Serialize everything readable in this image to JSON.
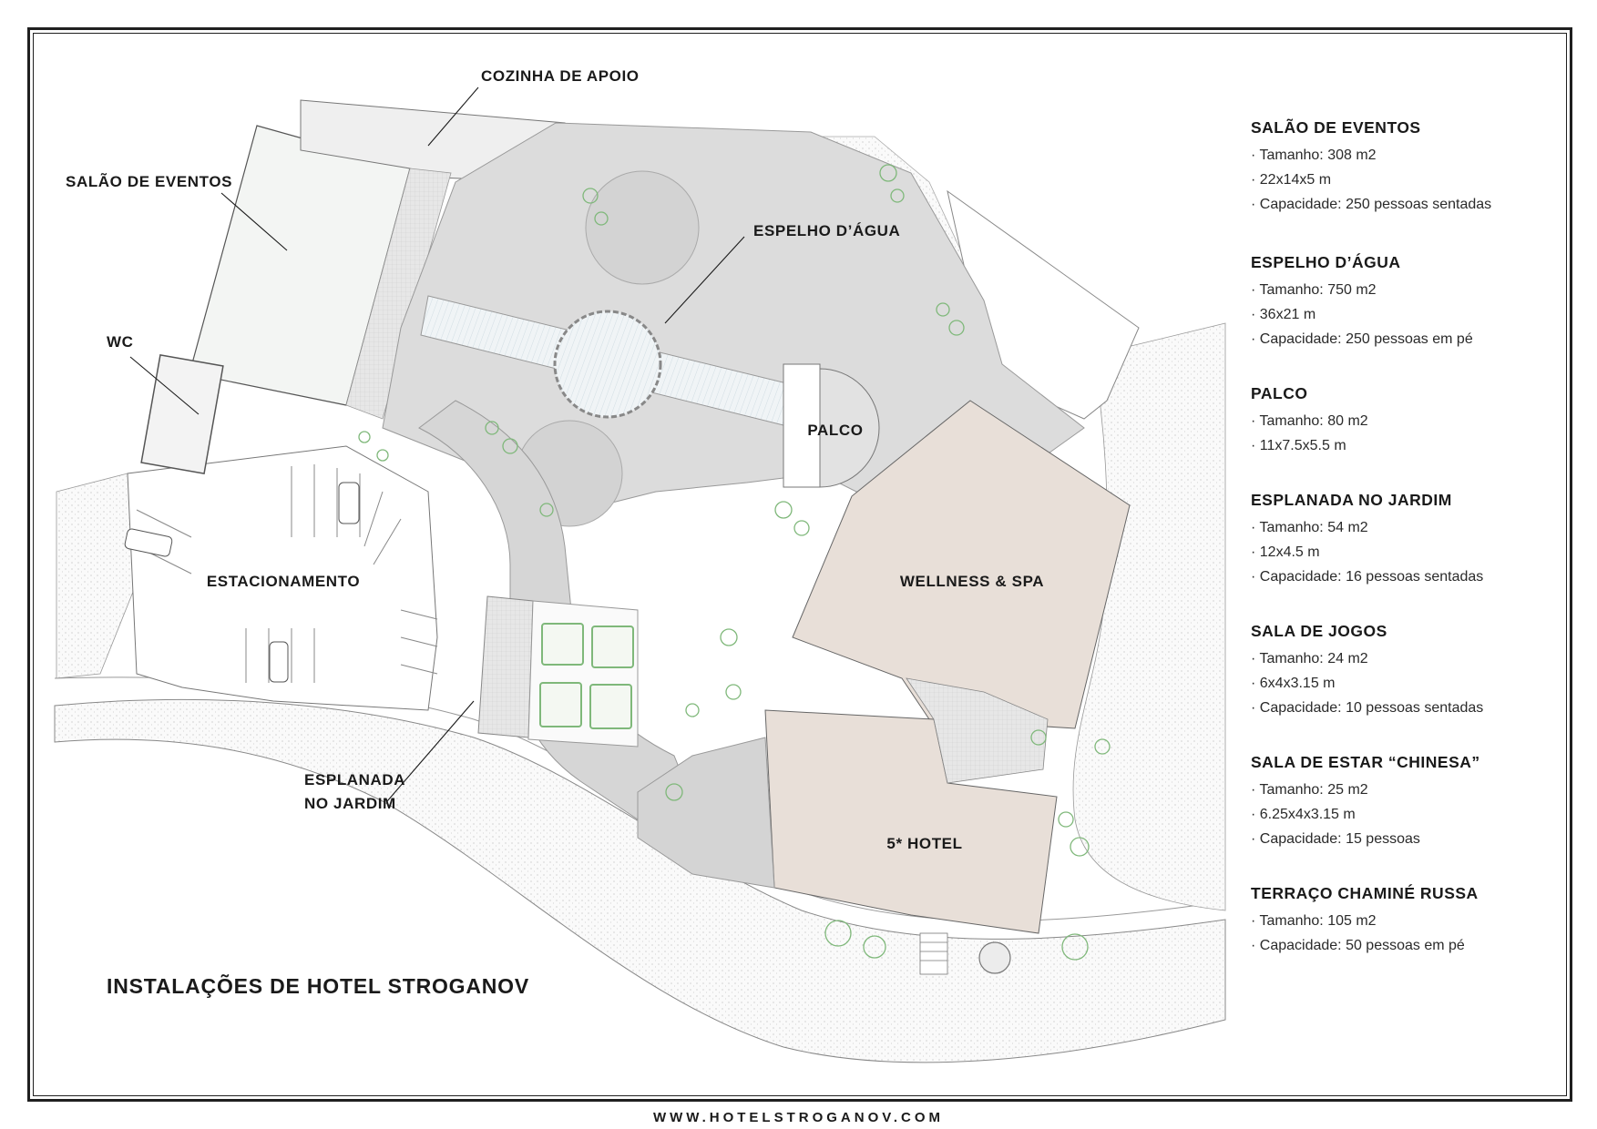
{
  "map": {
    "labels": {
      "cozinha": "COZINHA DE APOIO",
      "salao": "SALÃO DE EVENTOS",
      "wc": "WC",
      "espelho": "ESPELHO D’ÁGUA",
      "palco": "PALCO",
      "estacionamento": "ESTACIONAMENTO",
      "wellness": "WELLNESS & SPA",
      "hotel": "5* HOTEL",
      "esplanada_l1": "ESPLANADA",
      "esplanada_l2": "NO JARDIM"
    },
    "title": "INSTALAÇÕES DE HOTEL STROGANOV",
    "colors": {
      "paving": "#dcdcdc",
      "garden": "#f4f4f2",
      "building_beige": "#e8dfd8",
      "water": "#e4eef2",
      "greenery": "#7fb87a",
      "line": "#1f1f1f"
    }
  },
  "sidebar": {
    "sections": [
      {
        "title": "SALÃO DE EVENTOS",
        "lines": [
          "· Tamanho: 308 m2",
          "· 22x14x5 m",
          "· Capacidade: 250 pessoas sentadas"
        ]
      },
      {
        "title": "ESPELHO D’ÁGUA",
        "lines": [
          "· Tamanho: 750 m2",
          "· 36x21 m",
          "· Capacidade: 250 pessoas em pé"
        ]
      },
      {
        "title": "PALCO",
        "lines": [
          "· Tamanho: 80 m2",
          "· 11x7.5x5.5 m"
        ]
      },
      {
        "title": "ESPLANADA NO JARDIM",
        "lines": [
          "· Tamanho: 54 m2",
          "· 12x4.5 m",
          "· Capacidade: 16 pessoas sentadas"
        ]
      },
      {
        "title": "SALA DE JOGOS",
        "lines": [
          "· Tamanho: 24 m2",
          "· 6x4x3.15 m",
          "· Capacidade: 10 pessoas sentadas"
        ]
      },
      {
        "title": "SALA DE ESTAR “CHINESA”",
        "lines": [
          "· Tamanho: 25 m2",
          "· 6.25x4x3.15 m",
          "· Capacidade: 15 pessoas"
        ]
      },
      {
        "title": "TERRAÇO CHAMINÉ RUSSA",
        "lines": [
          "· Tamanho: 105 m2",
          "· Capacidade: 50 pessoas em pé"
        ]
      }
    ]
  },
  "footer": {
    "url": "WWW.HOTELSTROGANOV.COM"
  }
}
